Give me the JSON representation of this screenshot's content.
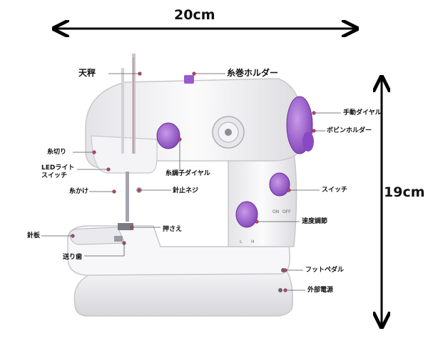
{
  "dimensions": {
    "width": "20cm",
    "height": "19cm"
  },
  "labels": {
    "tenbin": "天秤",
    "itomaki_holder": "糸巻ホルダー",
    "handwheel": "手動ダイヤル",
    "bobbin_holder": "ボビンホルダー",
    "itokiri": "糸切り",
    "led_switch_1": "LEDライト",
    "led_switch_2": "スイッチ",
    "tension_dial": "糸調子ダイヤル",
    "switch": "スイッチ",
    "itokake": "糸かけ",
    "needle_screw": "針止ネジ",
    "speed": "速度調節",
    "presser": "押さえ",
    "needle_plate": "針板",
    "feed_dog": "送り歯",
    "foot_pedal": "フットペダル",
    "power": "外部電源"
  },
  "panel": {
    "on": "ON",
    "off": "OFF",
    "low": "L",
    "high": "H"
  },
  "colors": {
    "accent": "#9b59d0",
    "pointer": "#e0326e",
    "body": "#f2f2f4",
    "outline": "#c8c8cc"
  }
}
